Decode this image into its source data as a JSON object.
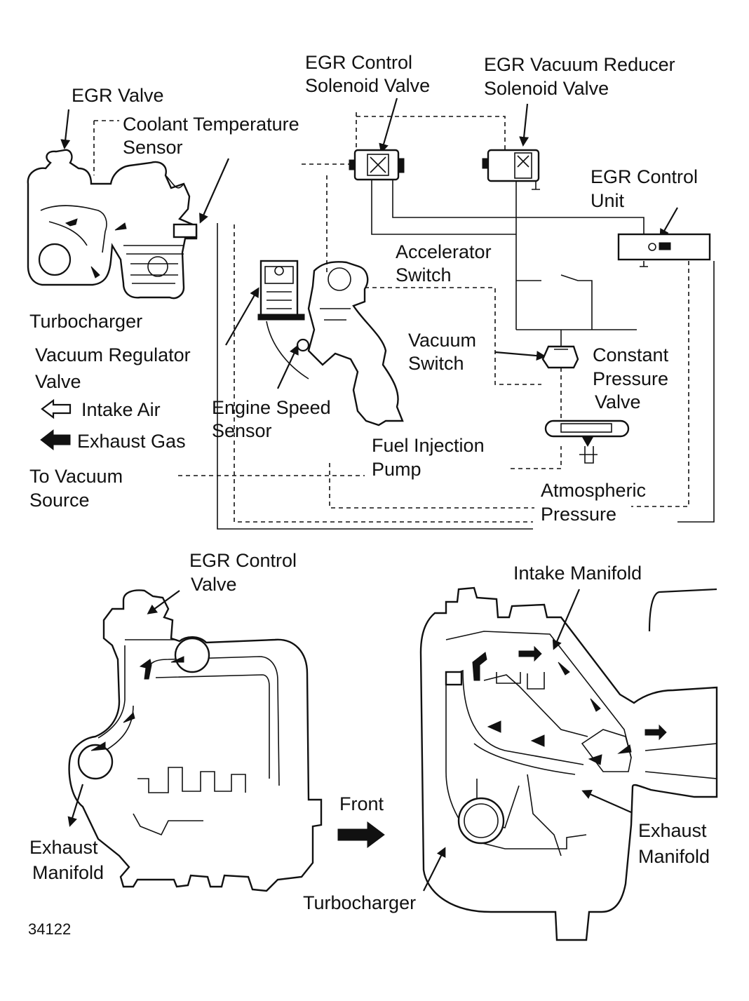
{
  "labels": {
    "egr_valve": "EGR Valve",
    "coolant_1": "Coolant Temperature",
    "coolant_2": "Sensor",
    "ecsv_1": "EGR Control",
    "ecsv_2": "Solenoid Valve",
    "evrsv_1": "EGR Vacuum Reducer",
    "evrsv_2": "Solenoid Valve",
    "ecu_1": "EGR Control",
    "ecu_2": "Unit",
    "accel_1": "Accelerator",
    "accel_2": "Switch",
    "turbocharger_top": "Turbocharger",
    "vrv_1": "Vacuum Regulator",
    "vrv_2": "Valve",
    "vacsw_1": "Vacuum",
    "vacsw_2": "Switch",
    "cpv_1": "Constant",
    "cpv_2": "Pressure",
    "cpv_3": "Valve",
    "intake_air": "Intake Air",
    "exhaust_gas": "Exhaust Gas",
    "ess_1": "Engine Speed",
    "ess_2": "Sensor",
    "fip_1": "Fuel Injection",
    "fip_2": "Pump",
    "tvs_1": "To Vacuum",
    "tvs_2": "Source",
    "atm_1": "Atmospheric",
    "atm_2": "Pressure",
    "egr_ctrl_valve_1": "EGR Control",
    "egr_ctrl_valve_2": "Valve",
    "intake_manifold": "Intake Manifold",
    "front": "Front",
    "exm_left_1": "Exhaust",
    "exm_left_2": "Manifold",
    "exm_right_1": "Exhaust",
    "exm_right_2": "Manifold",
    "turbocharger_bottom": "Turbocharger",
    "figure_number": "34122"
  }
}
